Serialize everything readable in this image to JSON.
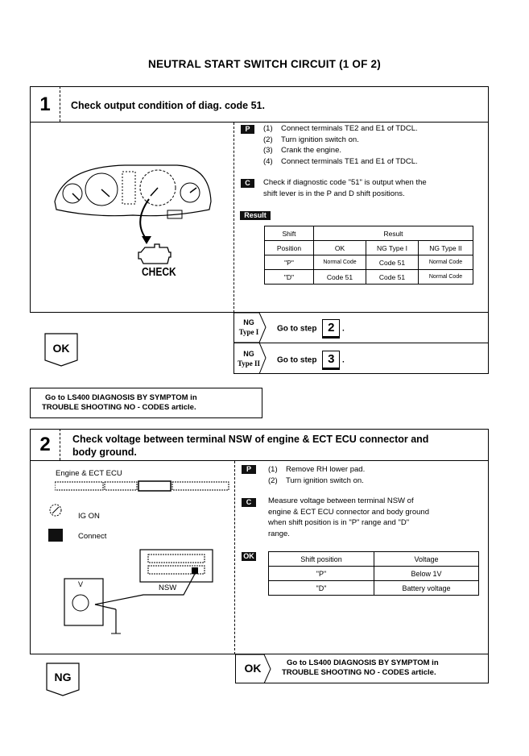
{
  "title": "NEUTRAL START SWITCH CIRCUIT (1 OF 2)",
  "step1": {
    "number": "1",
    "heading": "Check output condition of diag. code 51.",
    "tag_p": "P",
    "tag_c": "C",
    "tag_result": "Result",
    "prep": [
      {
        "n": "(1)",
        "text": "Connect terminals TE2 and E1 of TDCL."
      },
      {
        "n": "(2)",
        "text": "Turn ignition switch on."
      },
      {
        "n": "(3)",
        "text": "Crank the engine."
      },
      {
        "n": "(4)",
        "text": "Connect terminals TE1 and E1 of TDCL."
      }
    ],
    "check_line1": "Check if diagnostic code \"51\" is output when the",
    "check_line2": "shift lever is in the P and D  shift positions.",
    "table": {
      "h_shift": "Shift",
      "h_result": "Result",
      "h_position": "Position",
      "h_ok": "OK",
      "h_ng1": "NG Type I",
      "h_ng2": "NG Type II",
      "rows": [
        {
          "pos": "\"P\"",
          "ok": "Normal Code",
          "ng1": "Code 51",
          "ng2": "Normal Code"
        },
        {
          "pos": "\"D\"",
          "ok": "Code 51",
          "ng1": "Code 51",
          "ng2": "Normal Code"
        }
      ]
    },
    "check_label": "CHECK",
    "ng1_label_a": "NG",
    "ng1_label_b": "Type I",
    "ng1_goto": "Go to step",
    "ng1_step": "2",
    "ng2_label_a": "NG",
    "ng2_label_b": "Type II",
    "ng2_goto": "Go to step",
    "ng2_step": "3",
    "ok_label": "OK",
    "dot": "."
  },
  "note1_line1": "Go to LS400 DIAGNOSIS BY SYMPTOM in",
  "note1_line2": "TROUBLE SHOOTING NO  -  CODES article.",
  "step2": {
    "number": "2",
    "heading_line1": "Check voltage between terminal NSW of engine & ECT ECU connector and",
    "heading_line2": "body ground.",
    "ecu_label": "Engine & ECT ECU",
    "ig_on": "IG ON",
    "connect": "Connect",
    "nsw": "NSW",
    "meter_v": "V",
    "tag_p": "P",
    "tag_c": "C",
    "tag_ok": "OK",
    "prep": [
      {
        "n": "(1)",
        "text": "Remove RH lower pad."
      },
      {
        "n": "(2)",
        "text": "Turn ignition switch on."
      }
    ],
    "measure": [
      "Measure voltage between terminal NSW of",
      "engine & ECT ECU connector and body ground",
      "when shift position is in \"P\" range and \"D\"",
      "range."
    ],
    "table": {
      "h_shift": "Shift position",
      "h_voltage": "Voltage",
      "rows": [
        {
          "pos": "\"P\"",
          "volt": "Below 1V"
        },
        {
          "pos": "\"D\"",
          "volt": "Battery voltage"
        }
      ]
    },
    "ng_label": "NG",
    "ok_label": "OK",
    "ok_note_line1": "Go to LS400 DIAGNOSIS BY SYMPTOM in",
    "ok_note_line2": "TROUBLE SHOOTING NO  -  CODES article."
  }
}
